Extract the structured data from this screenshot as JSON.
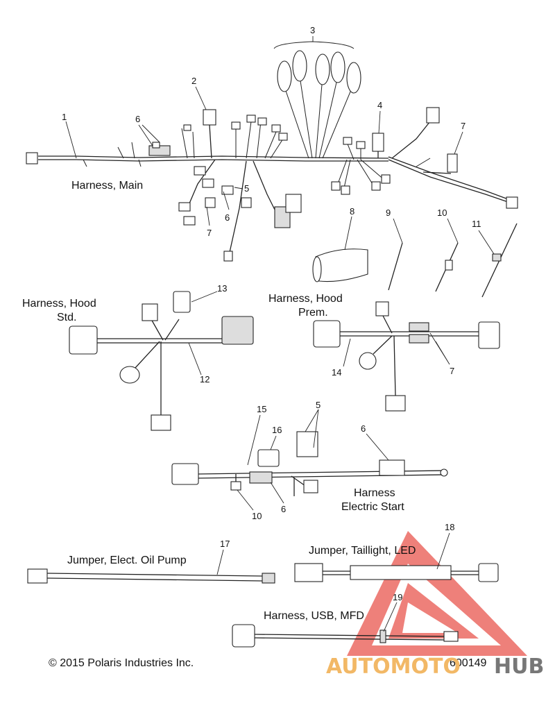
{
  "titles": {
    "harness_main": "Harness, Main",
    "harness_hood_std_1": "Harness, Hood",
    "harness_hood_std_2": "Std.",
    "harness_hood_prem_1": "Harness, Hood",
    "harness_hood_prem_2": "Prem.",
    "harness_elec_start_1": "Harness",
    "harness_elec_start_2": "Electric Start",
    "jumper_oil_pump": "Jumper, Elect. Oil Pump",
    "jumper_taillight": "Jumper, Taillight, LED",
    "harness_usb": "Harness, USB, MFD"
  },
  "callouts": {
    "c1": "1",
    "c2": "2",
    "c3": "3",
    "c4": "4",
    "c5a": "5",
    "c6a": "6",
    "c6b": "6",
    "c7a": "7",
    "c7b": "7",
    "c7c": "7",
    "c8": "8",
    "c9": "9",
    "c10a": "10",
    "c11": "11",
    "c12": "12",
    "c13": "13",
    "c14": "14",
    "c5b": "5",
    "c15": "15",
    "c6c": "6",
    "c16": "16",
    "c6d": "6",
    "c10b": "10",
    "c17": "17",
    "c18": "18",
    "c19": "19"
  },
  "footer": {
    "copyright": "© 2015 Polaris Industries Inc.",
    "part_number": "600149"
  },
  "watermark": {
    "part1": "AUTOMOTO",
    "part2": "HUB",
    "color_primary": "#e8463c",
    "color_accent": "#f2b866",
    "color_dark": "#777777"
  }
}
